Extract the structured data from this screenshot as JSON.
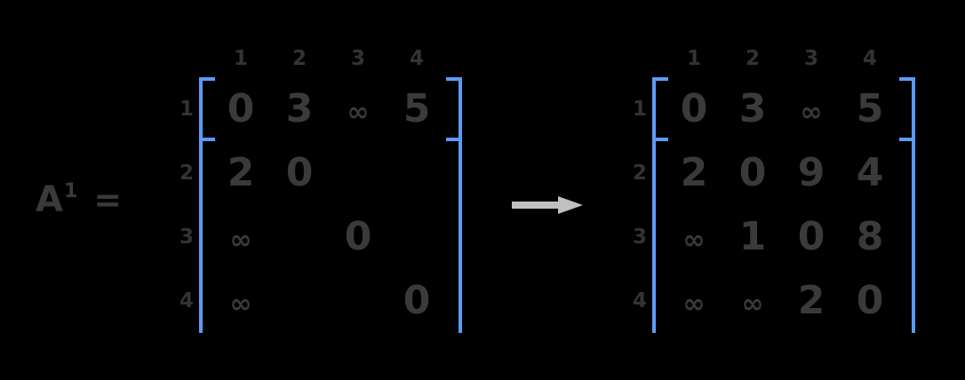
{
  "background_color": "#000000",
  "label": {
    "base": "A",
    "superscript": "1",
    "equals": "="
  },
  "colors": {
    "bracket": "#5b9bf5",
    "value_text": "#3a3a3a",
    "index_text": "#333333",
    "arrow": "#c0c0c0",
    "background": "#000000"
  },
  "arrow": {
    "name": "right-arrow",
    "direction": "right"
  },
  "matrices": [
    {
      "id": "matrix-before",
      "column_headers": [
        "1",
        "2",
        "3",
        "4"
      ],
      "row_headers": [
        "1",
        "2",
        "3",
        "4"
      ],
      "rows": [
        [
          "0",
          "3",
          "∞",
          "5"
        ],
        [
          "2",
          "0",
          "",
          ""
        ],
        [
          "∞",
          "",
          "0",
          ""
        ],
        [
          "∞",
          "",
          "",
          "0"
        ]
      ]
    },
    {
      "id": "matrix-after",
      "column_headers": [
        "1",
        "2",
        "3",
        "4"
      ],
      "row_headers": [
        "1",
        "2",
        "3",
        "4"
      ],
      "rows": [
        [
          "0",
          "3",
          "∞",
          "5"
        ],
        [
          "2",
          "0",
          "9",
          "4"
        ],
        [
          "∞",
          "1",
          "0",
          "8"
        ],
        [
          "∞",
          "∞",
          "2",
          "0"
        ]
      ]
    }
  ]
}
